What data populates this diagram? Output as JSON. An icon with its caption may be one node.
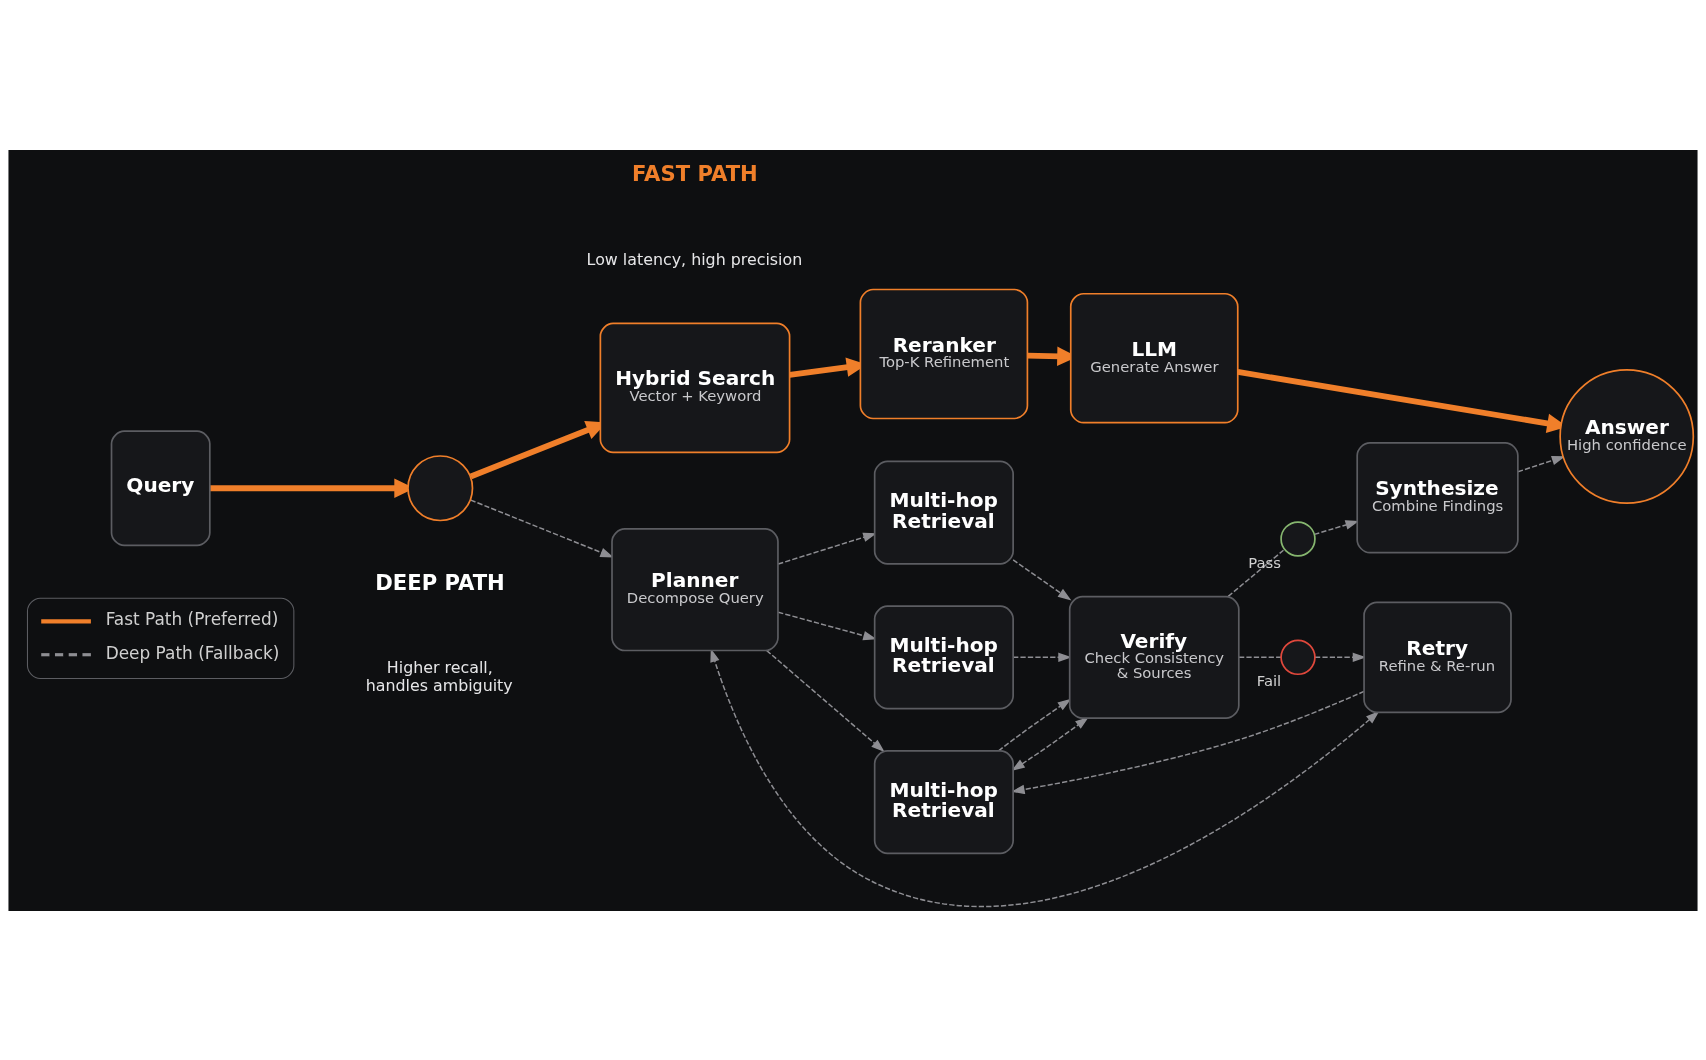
{
  "diagram": {
    "nodes": [
      {
        "text": [
          "Query"
        ]
      },
      {
        "text": [],
        "shape": "circle"
      },
      {
        "text": [
          "Hybrid Search",
          "Vector + Keyword"
        ]
      },
      {
        "text": [
          "Reranker",
          "Top-K Refinement"
        ]
      },
      {
        "text": [
          "LLM",
          "Generate Answer"
        ]
      },
      {
        "text": [
          "Answer",
          "High confidence"
        ]
      },
      {
        "text": [
          "Planner",
          "Decompose Query"
        ]
      },
      {
        "text": [
          "Multi-hop Retrieval"
        ]
      },
      {
        "text": [
          "Multi-hop Retrieval"
        ]
      },
      {
        "text": [
          "Multi-hop Retrieval"
        ]
      },
      {
        "text": [
          "Verify",
          "Check Consistency & Sources"
        ]
      },
      {
        "text": [],
        "shape": "circle",
        "beside": [
          "Pass"
        ]
      },
      {
        "text": [],
        "shape": "circle",
        "beside": [
          "Fail"
        ]
      },
      {
        "text": [
          "Synthesize",
          "Combine Findings"
        ]
      },
      {
        "text": [
          "Retry",
          "Refine & Re-run"
        ]
      }
    ],
    "edges": [
      {
        "from": 0,
        "to": 1,
        "arrow": "to",
        "style": "thick",
        "color": "#f07f2a"
      },
      {
        "from": 1,
        "to": 2,
        "arrow": "to",
        "style": "thick",
        "color": "#f07f2a"
      },
      {
        "from": 2,
        "to": 3,
        "arrow": "to",
        "style": "thick",
        "color": "#f07f2a"
      },
      {
        "from": 3,
        "to": 4,
        "arrow": "to",
        "style": "thick",
        "color": "#f07f2a"
      },
      {
        "from": 4,
        "to": 5,
        "arrow": "to",
        "style": "thick",
        "color": "#f07f2a"
      },
      {
        "from": 1,
        "to": 6,
        "arrow": "to",
        "style": "dashed"
      },
      {
        "from": 6,
        "to": 7,
        "arrow": "to",
        "style": "dashed"
      },
      {
        "from": 6,
        "to": 8,
        "arrow": "to",
        "style": "dashed"
      },
      {
        "from": 6,
        "to": 9,
        "arrow": "to",
        "style": "dashed"
      },
      {
        "from": 7,
        "to": 10,
        "arrow": "to",
        "style": "dashed"
      },
      {
        "from": 8,
        "to": 10,
        "arrow": "to",
        "style": "dashed"
      },
      {
        "from": 9,
        "to": 10,
        "arrow": "both",
        "style": "dashed"
      },
      {
        "from": 9,
        "to": 10,
        "arrow": "to",
        "style": "dashed"
      },
      {
        "from": 10,
        "to": 11,
        "arrow": "none",
        "style": "dashed"
      },
      {
        "from": 10,
        "to": 12,
        "arrow": "none",
        "style": "dashed"
      },
      {
        "from": 11,
        "to": 13,
        "arrow": "to",
        "style": "dashed"
      },
      {
        "from": 12,
        "to": 14,
        "arrow": "to",
        "style": "dashed"
      },
      {
        "from": 13,
        "to": 5,
        "arrow": "to",
        "style": "dashed"
      },
      {
        "from": 14,
        "to": 9,
        "arrow": "to",
        "style": "dashed"
      },
      {
        "from": 14,
        "to": 6,
        "arrow": "both",
        "style": "dashed"
      }
    ],
    "labels": [
      "FAST PATH",
      "Low latency, high precision",
      "DEEP PATH",
      "Higher recall, handles ambiguity"
    ],
    "legend": [
      {
        "text": "Fast Path (Preferred)"
      },
      {
        "text": "Deep Path (Fallback)"
      }
    ]
  }
}
